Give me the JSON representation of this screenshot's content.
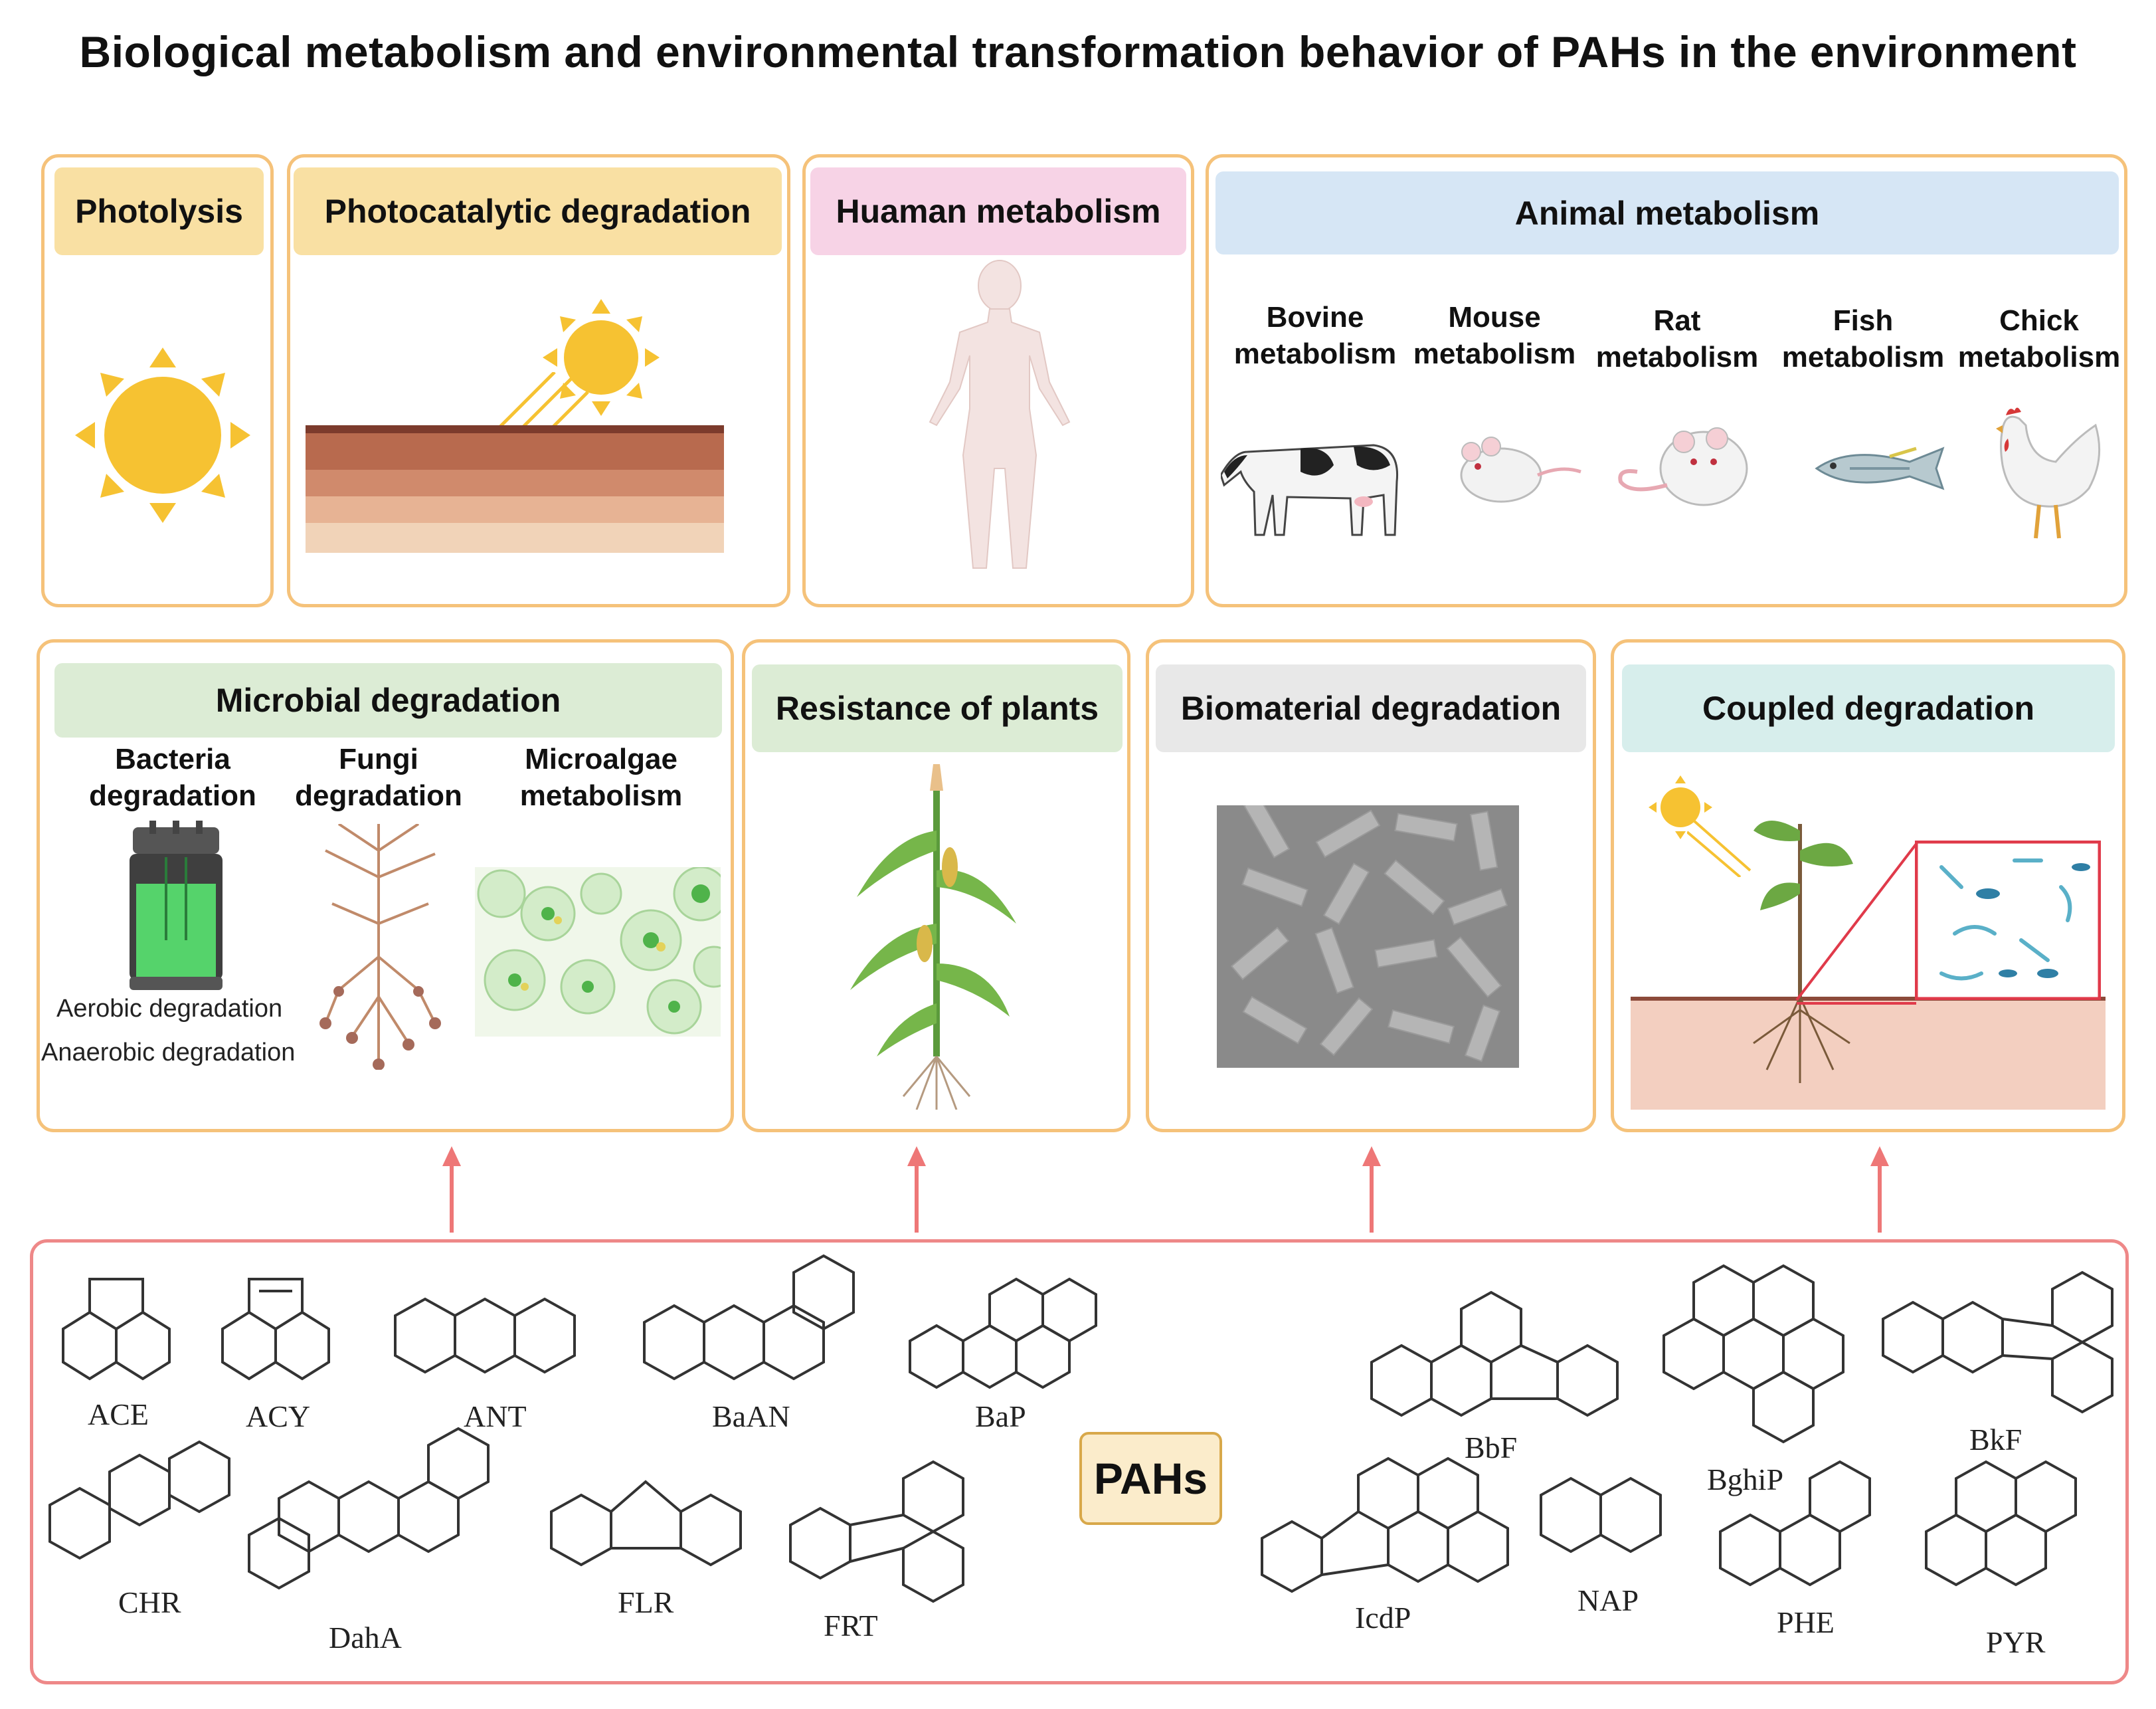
{
  "title": "Biological metabolism and environmental transformation behavior of PAHs in the environment",
  "top_row": {
    "photolysis": "Photolysis",
    "photocatalytic": "Photocatalytic degradation",
    "human": "Huaman metabolism",
    "animal": {
      "title": "Animal metabolism",
      "items": [
        {
          "line1": "Bovine",
          "line2": "metabolism"
        },
        {
          "line1": "Mouse",
          "line2": "metabolism"
        },
        {
          "line1": "Rat",
          "line2": "metabolism"
        },
        {
          "line1": "Fish",
          "line2": "metabolism"
        },
        {
          "line1": "Chick",
          "line2": "metabolism"
        }
      ]
    }
  },
  "middle_row": {
    "microbial": {
      "title": "Microbial degradation",
      "bacteria": {
        "line1": "Bacteria",
        "line2": "degradation"
      },
      "fungi": {
        "line1": "Fungi",
        "line2": "degradation"
      },
      "microalgae": {
        "line1": "Microalgae",
        "line2": "metabolism"
      },
      "aerobic": "Aerobic degradation",
      "anaerobic": "Anaerobic degradation"
    },
    "plants": "Resistance of plants",
    "biomaterial": "Biomaterial degradation",
    "coupled": "Coupled degradation"
  },
  "pahs": {
    "center_label": "PAHs",
    "compounds": [
      "ACE",
      "ACY",
      "ANT",
      "BaAN",
      "BaP",
      "CHR",
      "DahA",
      "FLR",
      "FRT",
      "BbF",
      "BghiP",
      "BkF",
      "IcdP",
      "NAP",
      "PHE",
      "PYR"
    ]
  },
  "colors": {
    "panel_border": "#f5c27a",
    "photolysis_header": "#f9e0a3",
    "human_header": "#f7d3e6",
    "animal_header": "#d6e6f5",
    "green_header": "#dcecd5",
    "gray_header": "#e8e8e8",
    "teal_header": "#d7eeec",
    "arrow": "#ee7777",
    "bottom_border": "#ee8888",
    "sun": "#f6c232"
  }
}
